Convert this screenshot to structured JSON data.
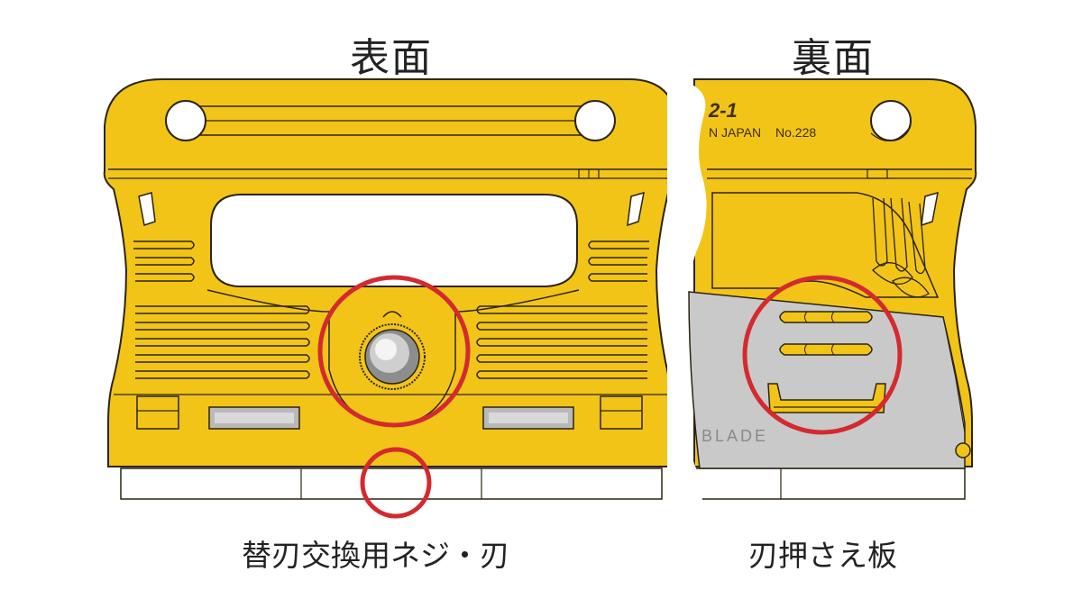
{
  "front": {
    "title": "表面",
    "caption": "替刃交換用ネジ・刃"
  },
  "back": {
    "title": "裏面",
    "caption": "刃押さえ板",
    "etch_model": "2-1",
    "etch_origin": "N JAPAN",
    "etch_number": "No.228",
    "blade_brand": "BLADE"
  },
  "colors": {
    "body_yellow": "#F2C418",
    "outline": "#2b2412",
    "highlight_red": "#D42A2F",
    "blade_grey": "#C9C9C9",
    "blade_white": "#FFFFFF"
  }
}
